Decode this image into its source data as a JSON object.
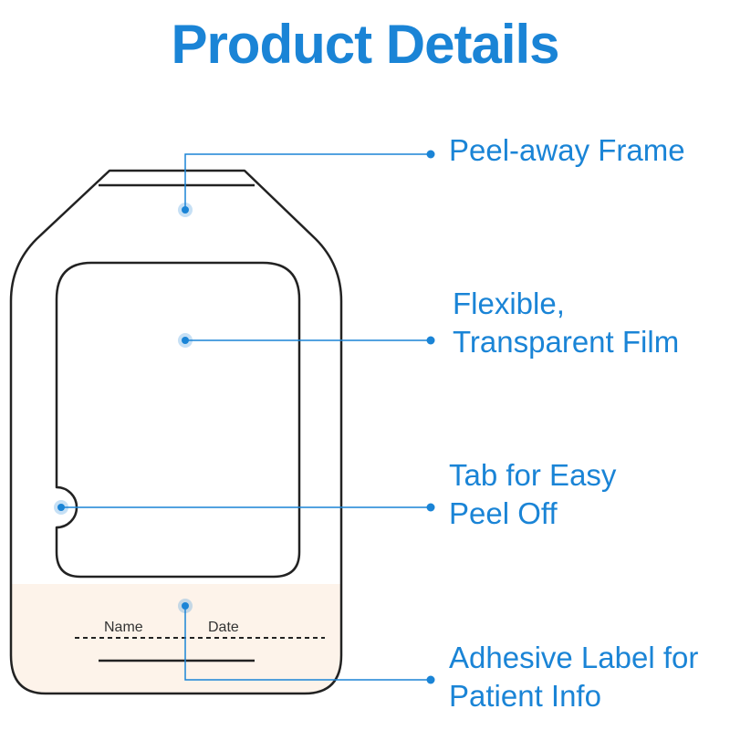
{
  "title": "Product Details",
  "callouts": {
    "frame": {
      "lines": [
        "Peel-away Frame"
      ]
    },
    "film": {
      "lines": [
        "Flexible,",
        "Transparent Film"
      ]
    },
    "tab": {
      "lines": [
        "Tab for Easy",
        "Peel Off"
      ]
    },
    "label": {
      "lines": [
        "Adhesive Label for",
        "Patient Info"
      ]
    }
  },
  "dressing": {
    "name_text": "Name",
    "date_text": "Date"
  },
  "colors": {
    "accent": "#1a84d6",
    "outline": "#222222",
    "label_area": "#fdf3ea"
  }
}
